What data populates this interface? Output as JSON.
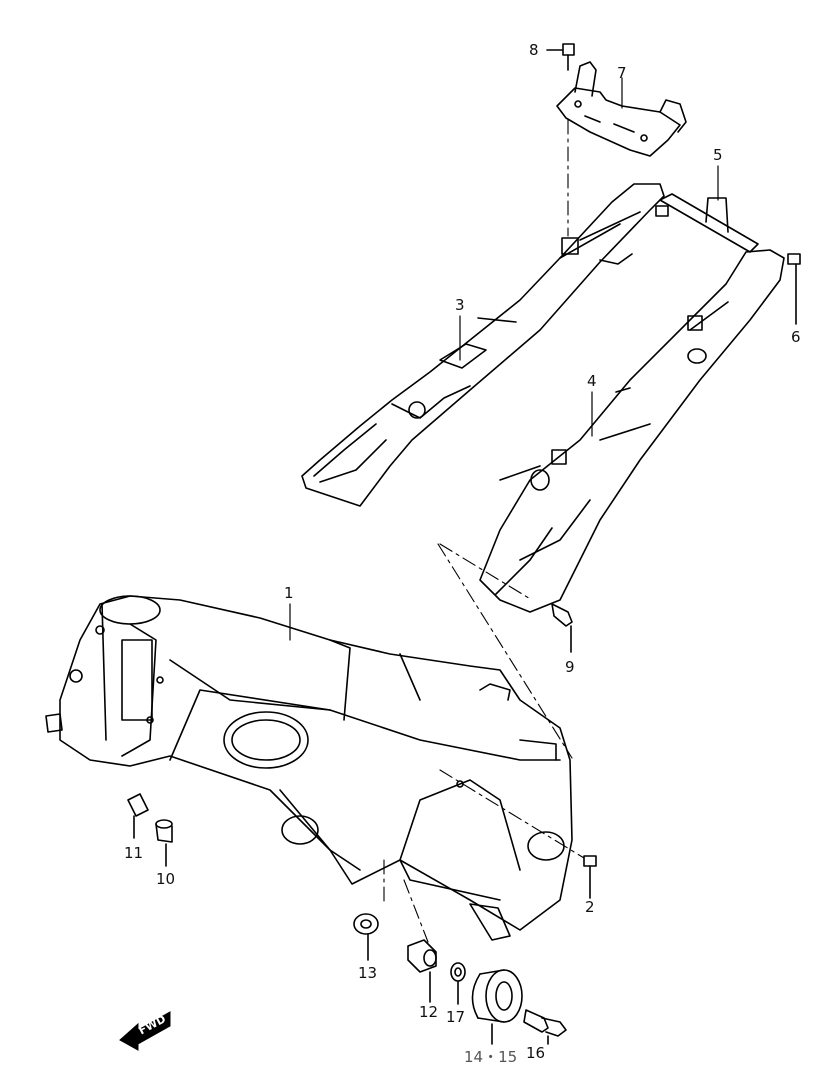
{
  "callouts": {
    "p1": "1",
    "p2": "2",
    "p3": "3",
    "p4": "4",
    "p5": "5",
    "p6": "6",
    "p7": "7",
    "p8": "8",
    "p9": "9",
    "p10": "10",
    "p11": "11",
    "p12": "12",
    "p13": "13",
    "p14_15": "14・15",
    "p16": "16",
    "p17": "17"
  },
  "fwd_label": "FWD"
}
